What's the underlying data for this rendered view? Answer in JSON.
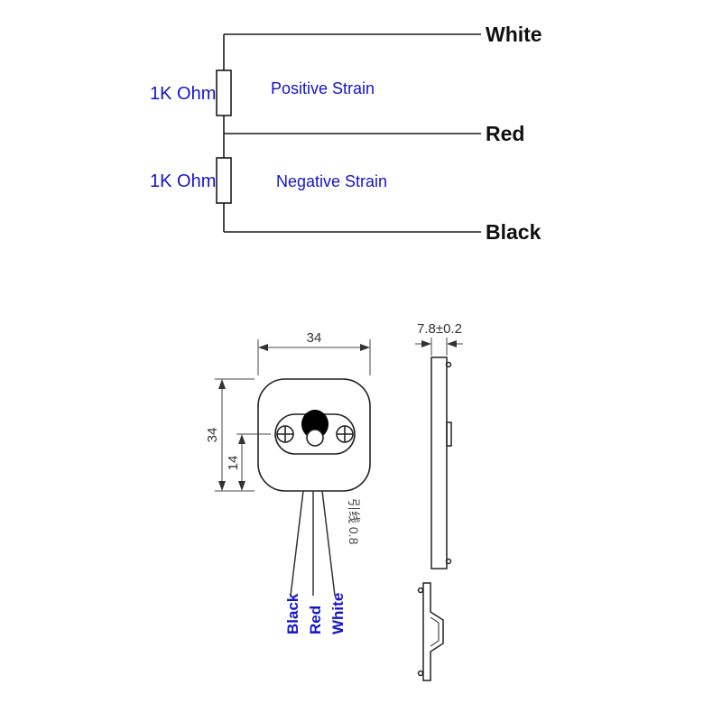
{
  "schematic": {
    "resistor1_label": "1K Ohm",
    "resistor2_label": "1K Ohm",
    "positive_label": "Positive Strain",
    "negative_label": "Negative Strain",
    "wire_white": "White",
    "wire_red": "Red",
    "wire_black": "Black"
  },
  "drawing": {
    "dim_width": "34",
    "dim_height": "34",
    "dim_offset": "14",
    "dim_thickness": "7.8±0.2",
    "lead_note": "引线 0.8",
    "leads": [
      "Black",
      "Red",
      "White"
    ]
  },
  "colors": {
    "label_blue": "#1414cc",
    "line_black": "#1a1a1a",
    "dim_gray": "#333333"
  }
}
